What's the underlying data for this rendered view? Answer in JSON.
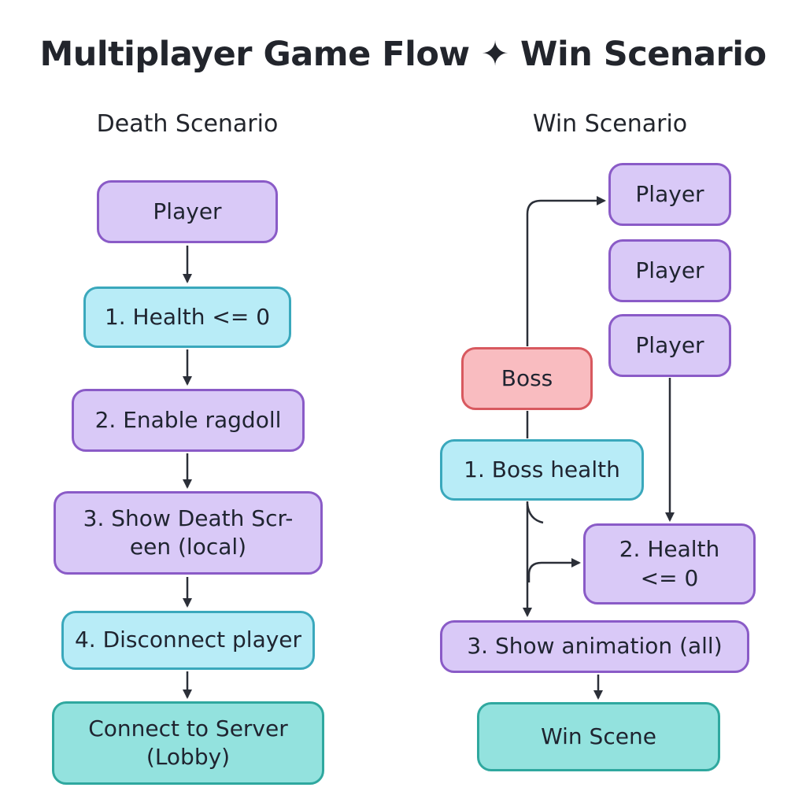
{
  "title": "Multiplayer Game Flow ✦ Win Scenario",
  "death_scenario": {
    "heading": "Death Scenario",
    "nodes": [
      {
        "id": "player",
        "label": "Player"
      },
      {
        "id": "health",
        "label": "1. Health <= 0"
      },
      {
        "id": "ragdoll",
        "label": "2. Enable ragdoll"
      },
      {
        "id": "death_screen",
        "label": "3. Show Death Scr-\neen (local)"
      },
      {
        "id": "disconnect",
        "label": "4. Disconnect player"
      },
      {
        "id": "connect",
        "label": "Connect to Server\n(Lobby)"
      }
    ]
  },
  "win_scenario": {
    "heading": "Win Scenario",
    "nodes": [
      {
        "id": "player1",
        "label": "Player"
      },
      {
        "id": "player2",
        "label": "Player"
      },
      {
        "id": "player3",
        "label": "Player"
      },
      {
        "id": "boss",
        "label": "Boss"
      },
      {
        "id": "boss_health",
        "label": "1. Boss health"
      },
      {
        "id": "health2",
        "label": "2. Health\n<= 0"
      },
      {
        "id": "animation",
        "label": "3. Show animation (all)"
      },
      {
        "id": "win_scene",
        "label": "Win Scene"
      }
    ]
  },
  "colors": {
    "purple_fill": "#d9c9f7",
    "blue_fill": "#b8ecf7",
    "teal_fill": "#93e2de",
    "red_fill": "#f9bcc0",
    "arrow": "#2b2f38"
  }
}
